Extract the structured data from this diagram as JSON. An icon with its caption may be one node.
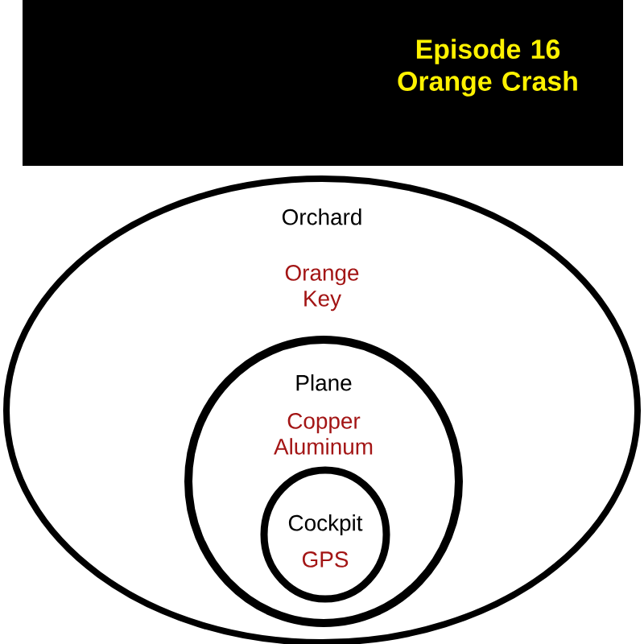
{
  "diagram": {
    "title": "Episode 16 Orange Crash",
    "nodes": [
      {
        "text": [
          "Orchard",
          "Orange Key"
        ]
      },
      {
        "text": [
          "Plane",
          "Copper Aluminum"
        ],
        "in": 0
      },
      {
        "text": [
          "Cockpit",
          "GPS"
        ],
        "in": 1
      }
    ]
  }
}
